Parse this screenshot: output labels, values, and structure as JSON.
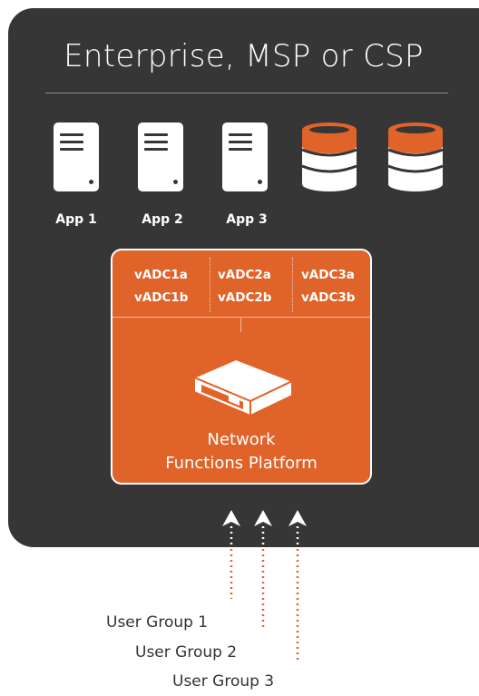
{
  "title": "Enterprise, MSP or CSP",
  "apps": [
    {
      "label": "App 1",
      "icon": "server-icon"
    },
    {
      "label": "App 2",
      "icon": "server-icon"
    },
    {
      "label": "App 3",
      "icon": "server-icon"
    }
  ],
  "storage_icons": [
    "database-icon",
    "database-icon"
  ],
  "vadcs": {
    "col1": [
      "vADC1a",
      "vADC1b"
    ],
    "col2": [
      "vADC2a",
      "vADC2b"
    ],
    "col3": [
      "vADC3a",
      "vADC3b"
    ]
  },
  "platform": {
    "line1": "Network",
    "line2": "Functions Platform",
    "icon": "network-appliance-icon"
  },
  "user_groups": [
    "User Group 1",
    "User Group 2",
    "User Group 3"
  ],
  "colors": {
    "panel": "#363636",
    "accent": "#e0632a",
    "text_light": "#ffffff",
    "text_dark": "#333333"
  }
}
